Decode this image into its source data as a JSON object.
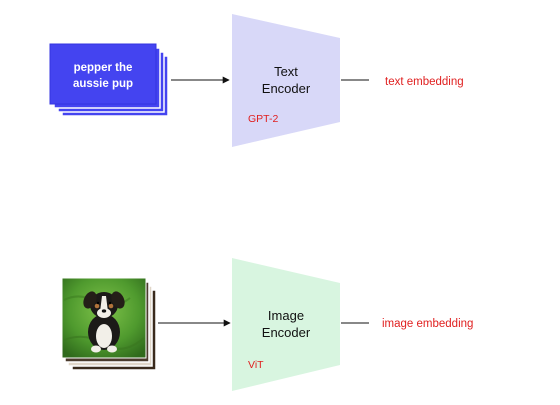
{
  "text_branch": {
    "input_text": "pepper the aussie pup",
    "input_lines": [
      "pepper the",
      "aussie pup"
    ],
    "encoder_title_lines": [
      "Text",
      "Encoder"
    ],
    "model": "GPT-2",
    "output": "text embedding",
    "card_color": "#4444f0",
    "card_border": "#1f1fcf",
    "encoder_color": "#d8d8f8"
  },
  "image_branch": {
    "input_image_icon": "dog-photo-icon",
    "encoder_title_lines": [
      "Image",
      "Encoder"
    ],
    "model": "ViT",
    "output": "image embedding",
    "encoder_color": "#d8f5e0"
  },
  "colors": {
    "label_red": "#e02020",
    "arrow": "#111111"
  }
}
